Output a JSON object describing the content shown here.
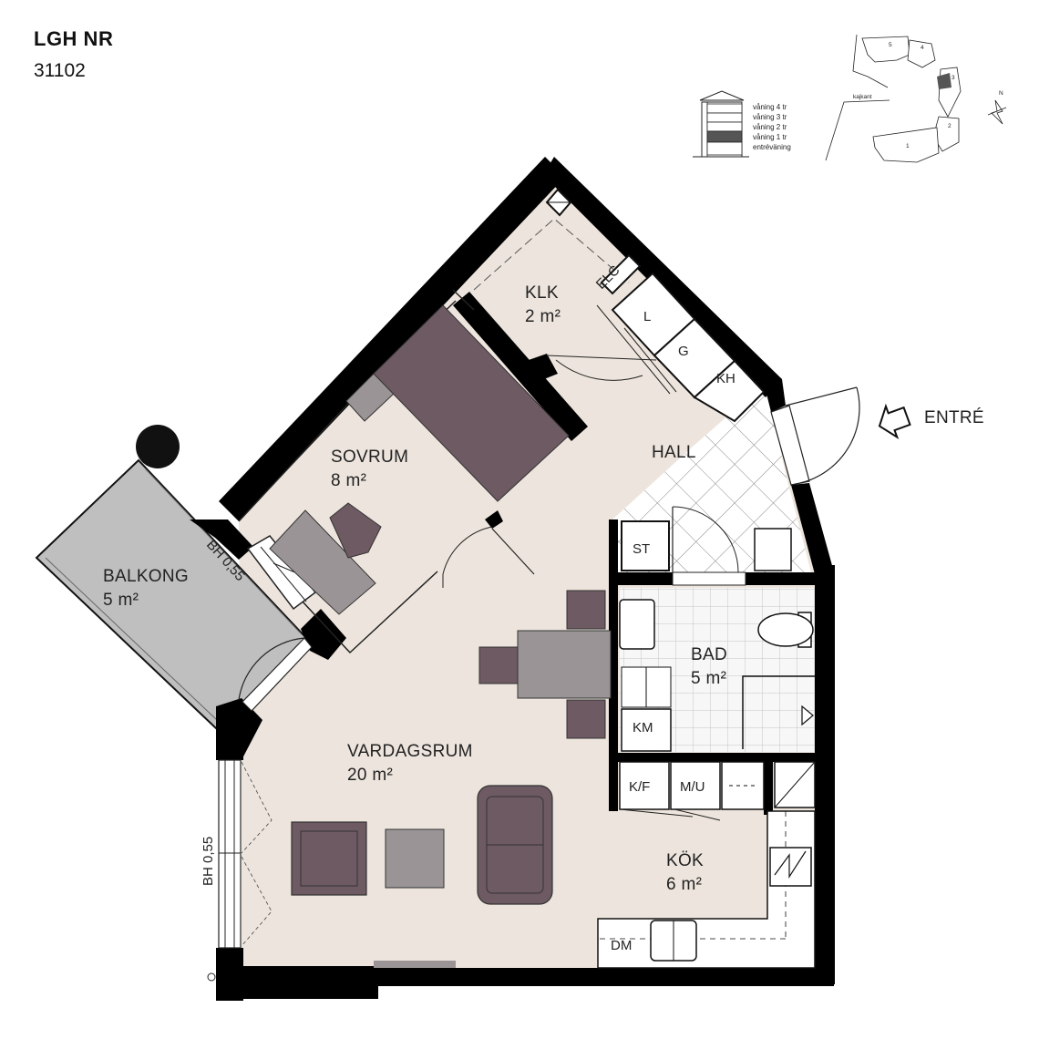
{
  "header": {
    "title": "LGH NR",
    "number": "31102"
  },
  "floor_legend": {
    "levels": [
      "våning 4 tr",
      "våning 3 tr",
      "våning 2 tr",
      "våning 1 tr",
      "entréväning"
    ],
    "current_level_index": 3
  },
  "site_map": {
    "quay_label": "kajkant",
    "north_label": "N",
    "building_numbers": [
      "5",
      "4",
      "3",
      "2",
      "1"
    ]
  },
  "rooms": {
    "klk": {
      "name": "KLK",
      "area": "2 m²"
    },
    "sovrum": {
      "name": "SOVRUM",
      "area": "8 m²"
    },
    "hall": {
      "name": "HALL"
    },
    "balkong": {
      "name": "BALKONG",
      "area": "5 m²"
    },
    "bad": {
      "name": "BAD",
      "area": "5 m²"
    },
    "vardagsrum": {
      "name": "VARDAGSRUM",
      "area": "20 m²"
    },
    "kok": {
      "name": "KÖK",
      "area": "6 m²"
    }
  },
  "fixtures": {
    "l": "L",
    "g": "G",
    "kh": "KH",
    "elc": "ELC",
    "st": "ST",
    "km": "KM",
    "kf": "K/F",
    "mu": "M/U",
    "dm": "DM"
  },
  "window_notes": {
    "sovrum_window": "BH 0,55",
    "vardagsrum_window": "BH 0,55"
  },
  "entrance": {
    "label": "ENTRÉ"
  },
  "colors": {
    "wall": "#000000",
    "floor": "#ede5dd",
    "balcony": "#bfbfbf",
    "furniture_dark": "#6e5a63",
    "furniture_medium": "#9a9496",
    "tile_bath": "#f4f4f4",
    "floor_highlight": "#555555"
  }
}
